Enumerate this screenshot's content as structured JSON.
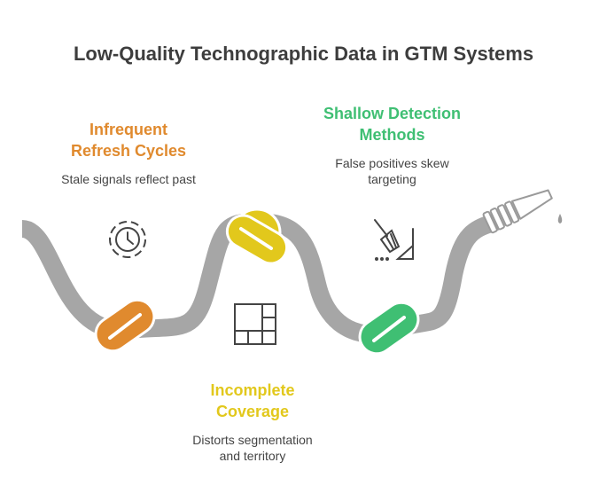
{
  "title": "Low-Quality Technographic Data in GTM Systems",
  "colors": {
    "hose": "#a6a6a6",
    "knot_orange": "#e08a2e",
    "knot_yellow": "#e2c81c",
    "knot_green": "#3fbf73",
    "heading_orange": "#e08a2e",
    "heading_yellow": "#e2c81c",
    "heading_green": "#3fbf73",
    "icon": "#444444"
  },
  "items": [
    {
      "heading_line1": "Infrequent",
      "heading_line2": "Refresh Cycles",
      "desc_line1": "Stale signals reflect past",
      "desc_line2": "",
      "icon": "clock-icon"
    },
    {
      "heading_line1": "Incomplete",
      "heading_line2": "Coverage",
      "desc_line1": "Distorts segmentation",
      "desc_line2": "and territory",
      "icon": "grid-icon"
    },
    {
      "heading_line1": "Shallow Detection",
      "heading_line2": "Methods",
      "desc_line1": "False positives skew",
      "desc_line2": "targeting",
      "icon": "broom-icon"
    }
  ]
}
